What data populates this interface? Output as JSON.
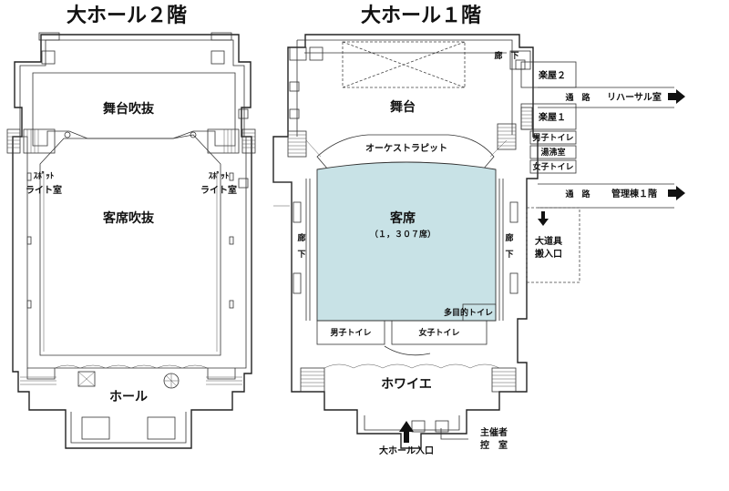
{
  "floor2": {
    "title": "大ホール２階",
    "stage_void": "舞台吹抜",
    "seat_void": "客席吹抜",
    "spot_left": [
      "ｽﾎﾟｯﾄ",
      "ライト室"
    ],
    "spot_right": [
      "ｽﾎﾟｯﾄ",
      "ライト室"
    ],
    "hall": "ホール"
  },
  "floor1": {
    "title": "大ホール１階",
    "stage": "舞台",
    "orchestra_pit": "オーケストラピット",
    "seats": "客席",
    "seat_count": "（１，３０７席）",
    "corridor_top": "廊　下",
    "corridor_left": [
      "廊",
      "下"
    ],
    "corridor_right": [
      "廊",
      "下"
    ],
    "dressing_2": "楽屋２",
    "dressing_1": "楽屋１",
    "mens_toilet_back": "男子トイレ",
    "kitchen": "湯沸室",
    "womens_toilet_back": "女子トイレ",
    "multi_toilet": "多目的トイレ",
    "mens_toilet": "男子トイレ",
    "womens_toilet": "女子トイレ",
    "foyer": "ホワイエ",
    "entrance": "大ホール入口",
    "organizer_room": [
      "主催者",
      "控　室"
    ],
    "props_entrance": [
      "大道具",
      "搬入口"
    ],
    "passage_rehearsal": "通　路",
    "rehearsal_room": "リハーサル室",
    "passage_admin": "通　路",
    "admin_building": "管理棟１階"
  },
  "colors": {
    "seat_fill": "#c8e2e6",
    "ink": "#111111"
  }
}
